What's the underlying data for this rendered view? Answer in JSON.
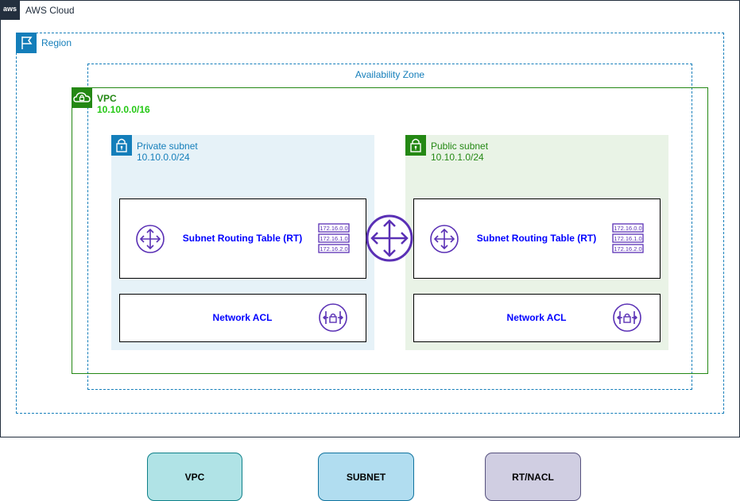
{
  "cloud": {
    "title": "AWS Cloud",
    "badge": "aws"
  },
  "region": {
    "title": "Region"
  },
  "availability_zone": {
    "title": "Availability Zone"
  },
  "vpc": {
    "title": "VPC",
    "cidr": "10.10.0.0/16"
  },
  "private_subnet": {
    "title": "Private subnet",
    "cidr": "10.10.0.0/24",
    "routing_table": "Subnet Routing Table (RT)",
    "acl": "Network ACL",
    "routes": [
      "172.16.0.0",
      "172.16.1.0",
      "172.16.2.0"
    ]
  },
  "public_subnet": {
    "title": "Public subnet",
    "cidr": "10.10.1.0/24",
    "routing_table": "Subnet Routing Table (RT)",
    "acl": "Network ACL",
    "routes": [
      "172.16.0.0",
      "172.16.1.0",
      "172.16.2.0"
    ]
  },
  "legend": [
    "VPC",
    "SUBNET",
    "RT/NACL"
  ],
  "colors": {
    "aws_dark": "#232f3e",
    "region_blue": "#147eba",
    "vpc_green": "#248814",
    "vpc_cidr_green": "#24c814",
    "private_bg": "#e6f2f8",
    "public_bg": "#e9f3e6",
    "label_blue": "#0000ff",
    "router_purple": "#5a30b5",
    "legend_vpc": "#b0e3e6",
    "legend_subnet": "#b1ddf0",
    "legend_rtnacl": "#d0cee2"
  }
}
